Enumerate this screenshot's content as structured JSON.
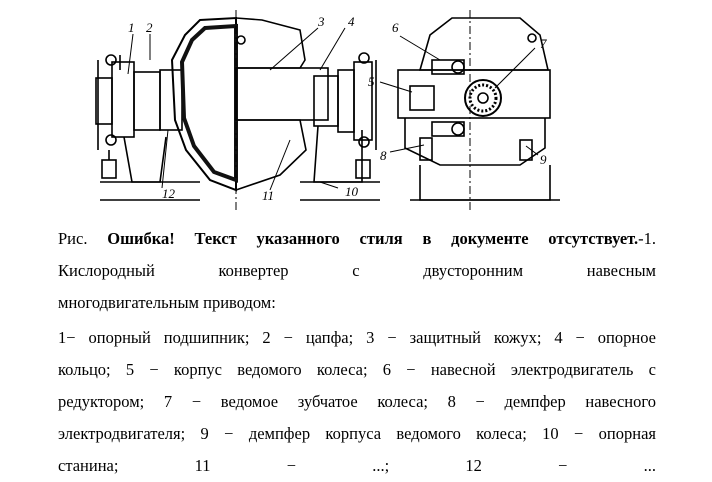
{
  "figure": {
    "callouts": [
      "1",
      "2",
      "3",
      "4",
      "5",
      "6",
      "7",
      "8",
      "9",
      "10",
      "11",
      "12"
    ]
  },
  "caption": {
    "prefix": "Рис.",
    "error_text": "Ошибка! Текст указанного стиля в документе отсутствует.",
    "number_suffix": "-1.",
    "title_words": [
      "Кислородный",
      "конвертер",
      "с",
      "двусторонним",
      "навесным"
    ],
    "title_line2": "многодвигательным приводом:"
  },
  "legend_lines": [
    "1− опорный подшипник; 2 − цапфа; 3 − защитный кожух; 4 − опорное",
    "кольцо; 5 − корпус ведомого колеса; 6 − навесной электродвигатель с",
    "редуктором; 7 − ведомое зубчатое колеса; 8 − демпфер навесного",
    "электродвигателя; 9 − демпфер корпуса ведомого колеса; 10 − опорная",
    "станина; 11 − ...; 12 − ..."
  ]
}
